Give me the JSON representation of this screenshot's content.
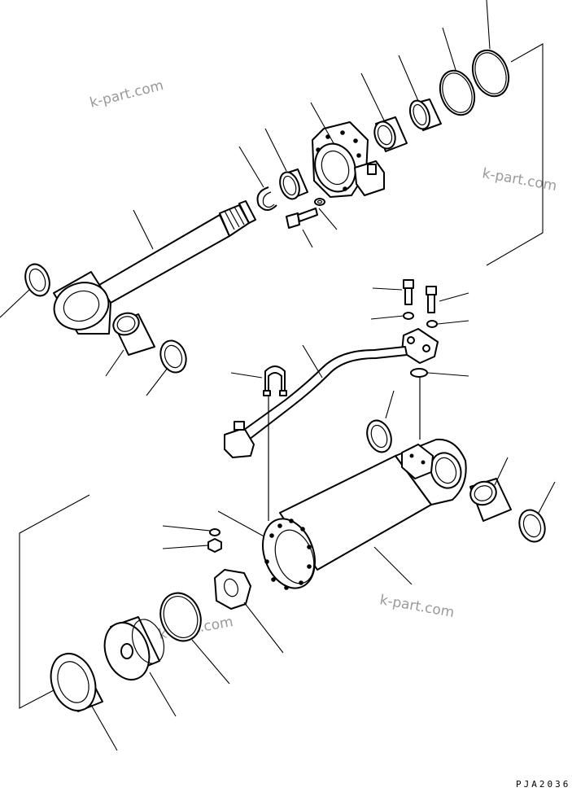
{
  "figure": {
    "drawing_code": "PJA2036",
    "watermarks": [
      "k-part.com",
      "k-part.com",
      "k-part.com",
      "k-part.com"
    ]
  }
}
